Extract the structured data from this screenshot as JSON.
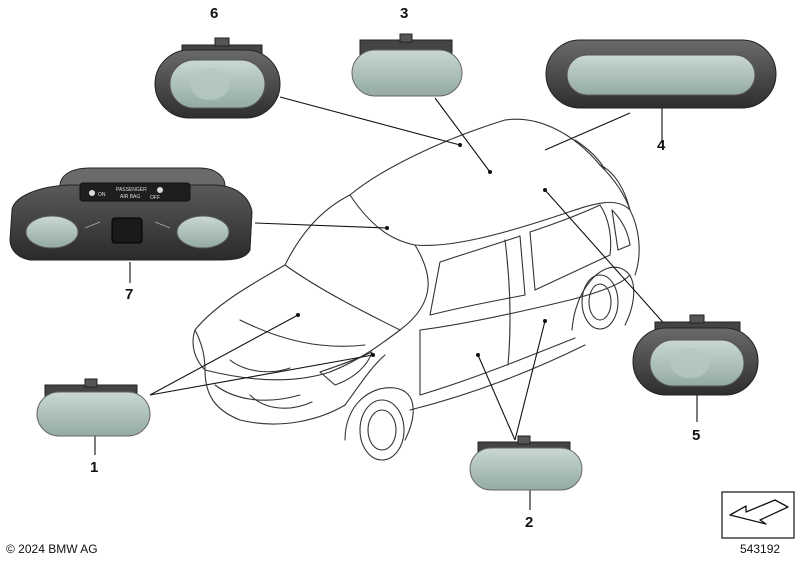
{
  "callouts": [
    "1",
    "2",
    "3",
    "4",
    "5",
    "6",
    "7"
  ],
  "overhead_console": {
    "indicator_on": "ON",
    "label_line1": "PASSENGER",
    "label_line2": "AIR BAG",
    "indicator_off": "OFF"
  },
  "footer": {
    "copyright": "© 2024 BMW AG",
    "diagram_number": "543192"
  },
  "colors": {
    "lens": "#a9bdb8",
    "housing": "#4a4a4a",
    "outline": "#333333"
  }
}
